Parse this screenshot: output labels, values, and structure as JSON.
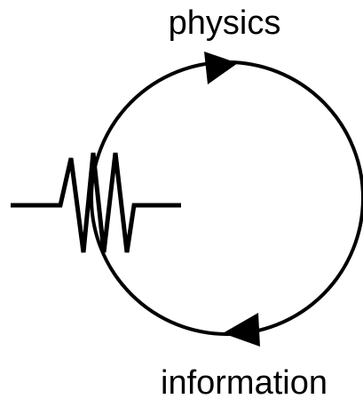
{
  "labels": {
    "top": "physics",
    "bottom": "information"
  },
  "colors": {
    "stroke": "#000000",
    "background": "#ffffff"
  },
  "elements": {
    "cycle": "circle",
    "arrows": [
      "arrowhead-right",
      "arrowhead-left"
    ],
    "symbol": "resistor"
  }
}
